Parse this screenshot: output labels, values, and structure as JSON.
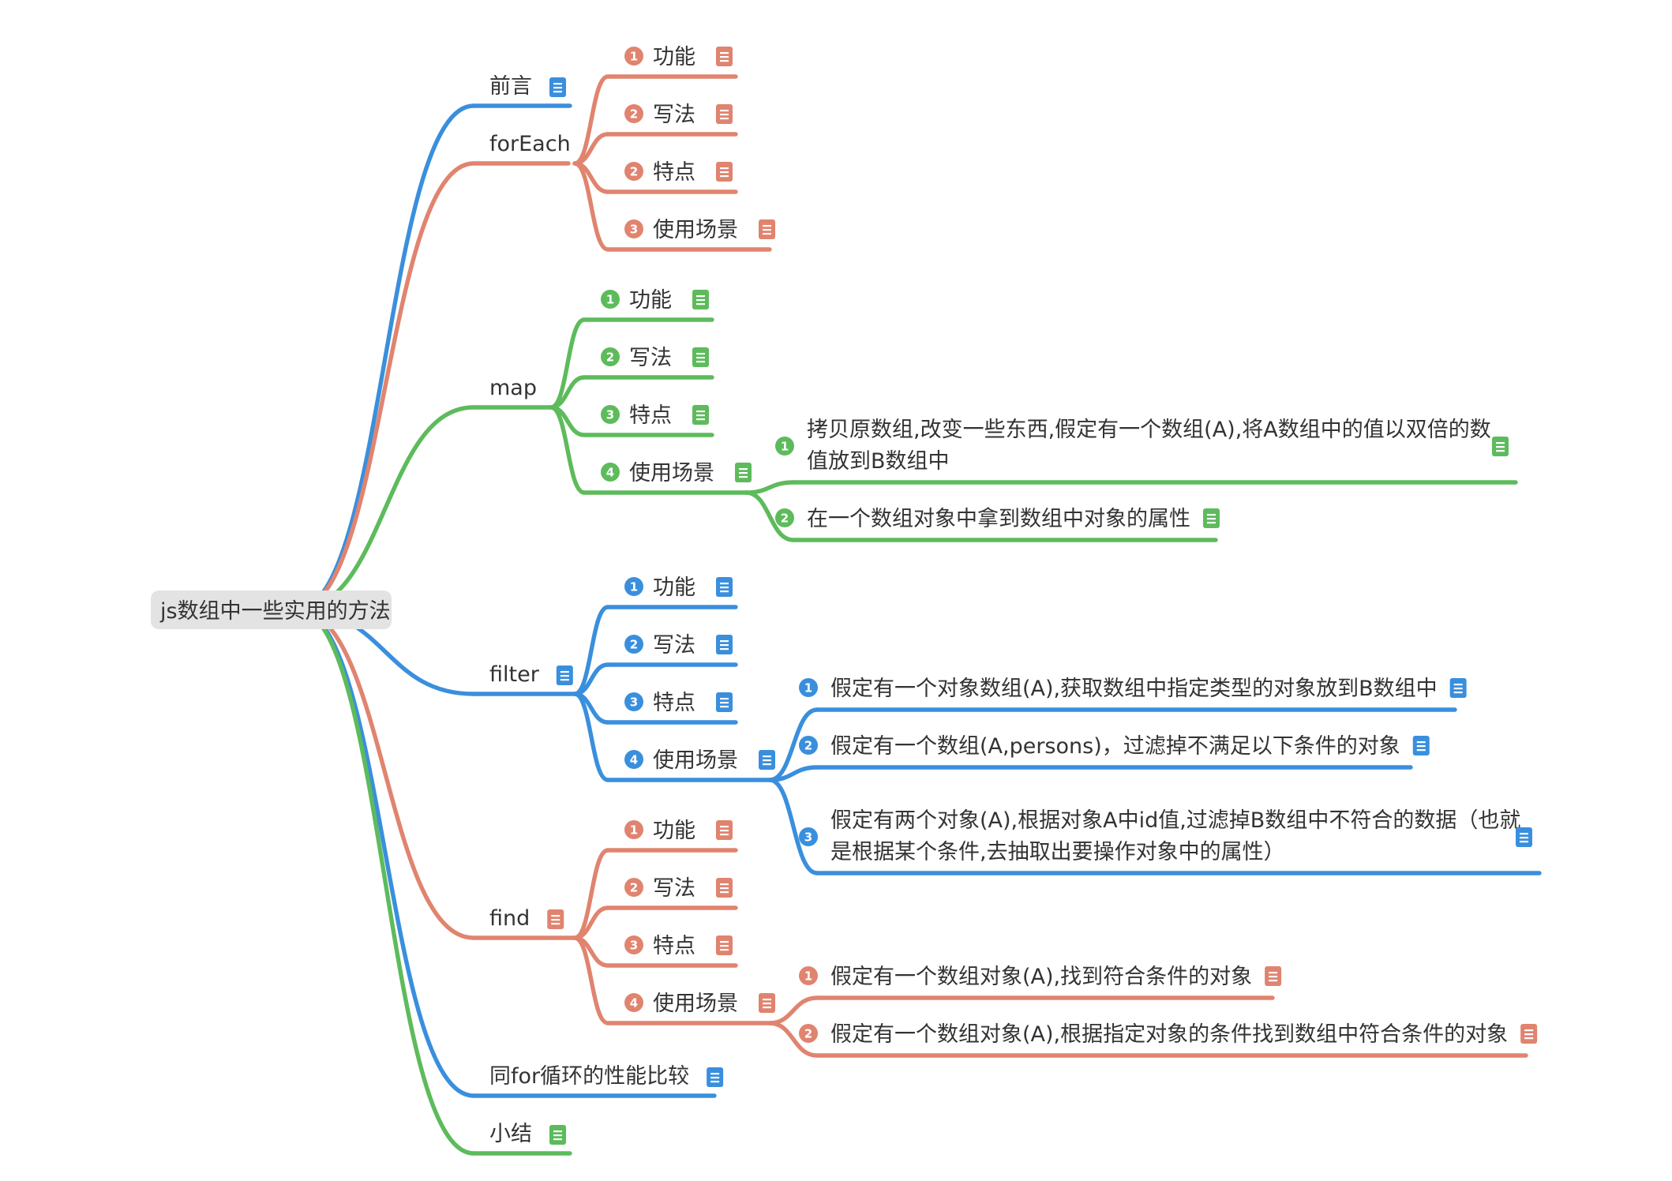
{
  "colors": {
    "blue": "#3a8fdd",
    "red": "#e0846f",
    "green": "#5dbb5b",
    "root_bg": "#e3e3e3",
    "text": "#333333"
  },
  "root": {
    "label": "js数组中一些实用的方法"
  },
  "branches": [
    {
      "label": "前言",
      "color": "red_or_blue",
      "note_icon": true
    },
    {
      "label": "forEach"
    },
    {
      "label": "map"
    },
    {
      "label": "filter",
      "note_icon": true
    },
    {
      "label": "find",
      "note_icon": true
    },
    {
      "label": "同for循环的性能比较",
      "note_icon": true
    },
    {
      "label": "小结",
      "note_icon": true
    }
  ],
  "children": {
    "forEach": [
      {
        "badge": "1",
        "label": "功能"
      },
      {
        "badge": "2",
        "label": "写法"
      },
      {
        "badge": "2",
        "label": "特点"
      },
      {
        "badge": "3",
        "label": "使用场景"
      }
    ],
    "map": [
      {
        "badge": "1",
        "label": "功能"
      },
      {
        "badge": "2",
        "label": "写法"
      },
      {
        "badge": "3",
        "label": "特点"
      },
      {
        "badge": "4",
        "label": "使用场景"
      }
    ],
    "filter": [
      {
        "badge": "1",
        "label": "功能"
      },
      {
        "badge": "2",
        "label": "写法"
      },
      {
        "badge": "3",
        "label": "特点"
      },
      {
        "badge": "4",
        "label": "使用场景"
      }
    ],
    "find": [
      {
        "badge": "1",
        "label": "功能"
      },
      {
        "badge": "2",
        "label": "写法"
      },
      {
        "badge": "3",
        "label": "特点"
      },
      {
        "badge": "4",
        "label": "使用场景"
      }
    ]
  },
  "scenarios": {
    "map": [
      {
        "badge": "1",
        "lines": [
          "拷贝原数组,改变一些东西,假定有一个数组(A),将A数组中的值以双倍的数",
          "值放到B数组中"
        ]
      },
      {
        "badge": "2",
        "lines": [
          "在一个数组对象中拿到数组中对象的属性"
        ]
      }
    ],
    "filter": [
      {
        "badge": "1",
        "lines": [
          "假定有一个对象数组(A),获取数组中指定类型的对象放到B数组中"
        ]
      },
      {
        "badge": "2",
        "lines": [
          "假定有一个数组(A,persons)，过滤掉不满足以下条件的对象"
        ]
      },
      {
        "badge": "3",
        "lines": [
          "假定有两个对象(A),根据对象A中id值,过滤掉B数组中不符合的数据（也就",
          "是根据某个条件,去抽取出要操作对象中的属性）"
        ]
      }
    ],
    "find": [
      {
        "badge": "1",
        "lines": [
          "假定有一个数组对象(A),找到符合条件的对象"
        ]
      },
      {
        "badge": "2",
        "lines": [
          "假定有一个数组对象(A),根据指定对象的条件找到数组中符合条件的对象"
        ]
      }
    ]
  }
}
